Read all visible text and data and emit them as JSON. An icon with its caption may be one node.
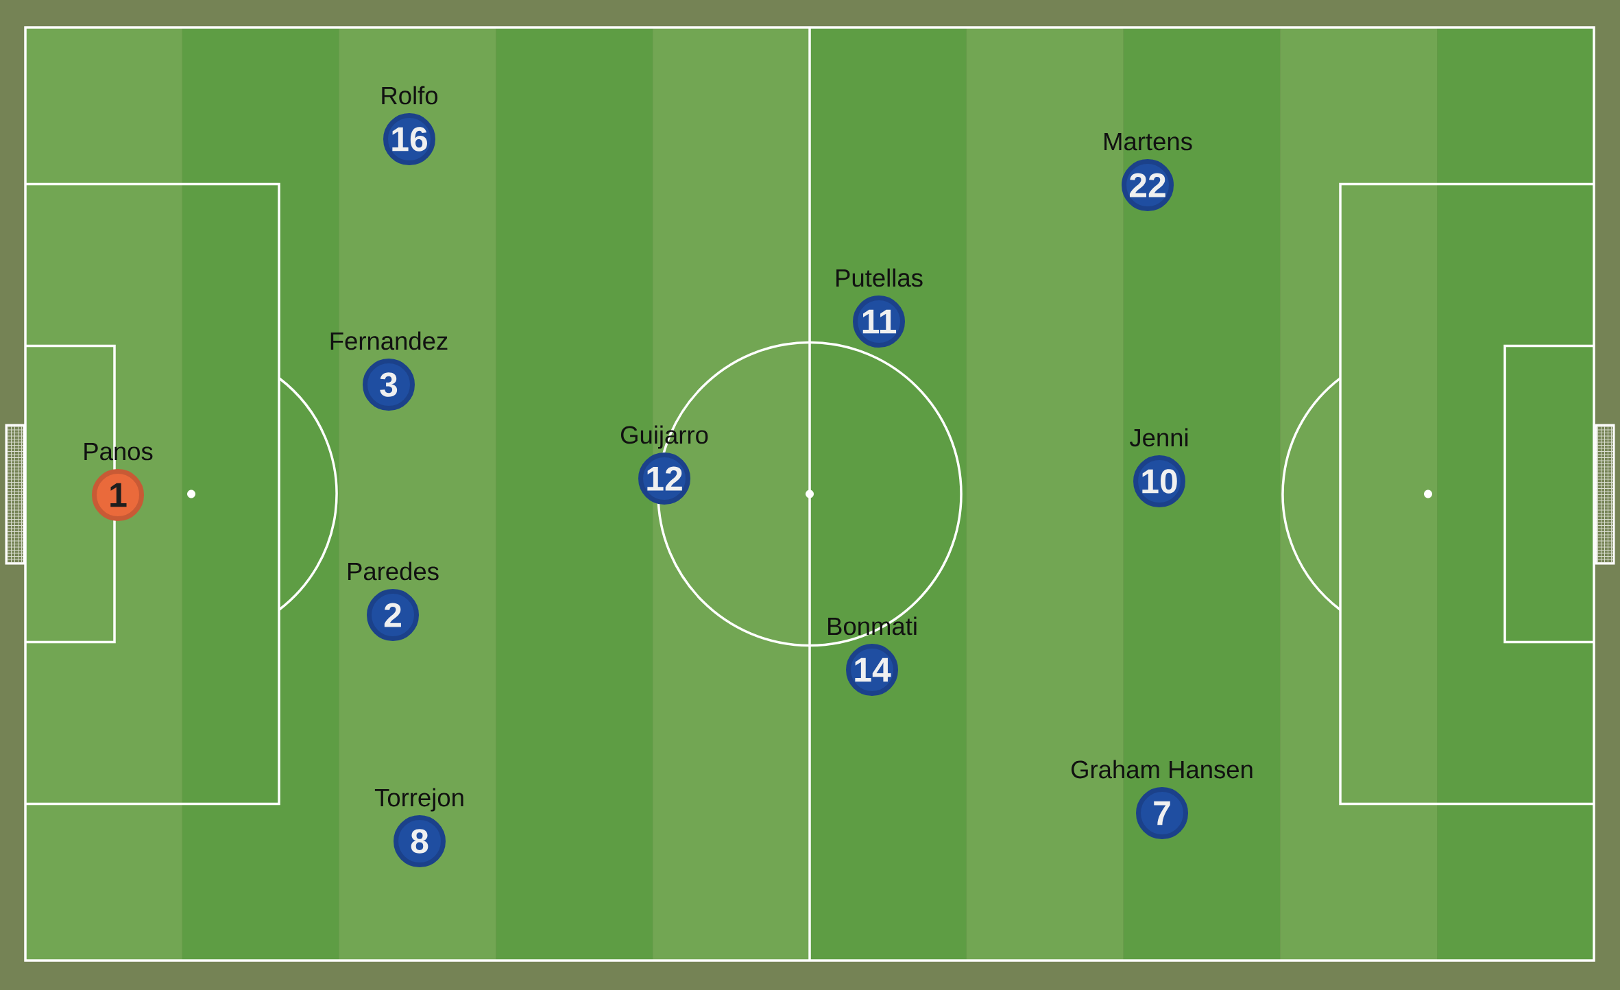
{
  "diagram": {
    "nodes": [
      {
        "text": [
          "Panos",
          "1"
        ]
      },
      {
        "text": [
          "Rolfo",
          "16"
        ]
      },
      {
        "text": [
          "Fernandez",
          "3"
        ]
      },
      {
        "text": [
          "Paredes",
          "2"
        ]
      },
      {
        "text": [
          "Torrejon",
          "8"
        ]
      },
      {
        "text": [
          "Guijarro",
          "12"
        ]
      },
      {
        "text": [
          "Putellas",
          "11"
        ]
      },
      {
        "text": [
          "Bonmati",
          "14"
        ]
      },
      {
        "text": [
          "Martens",
          "22"
        ]
      },
      {
        "text": [
          "Jenni",
          "10"
        ]
      },
      {
        "text": [
          "Graham Hansen",
          "7"
        ]
      }
    ]
  }
}
